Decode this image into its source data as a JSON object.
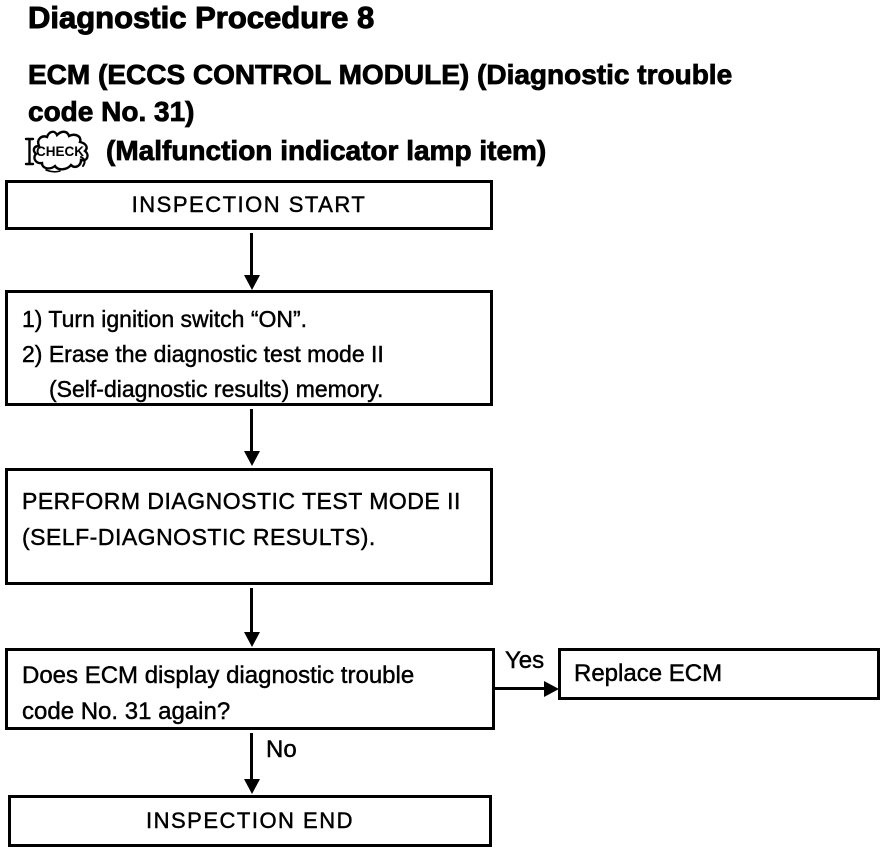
{
  "header": {
    "title": "Diagnostic Procedure 8",
    "subtitle_lines": [
      "ECM (ECCS CONTROL MODULE) (Diagnostic trouble",
      "code No. 31)"
    ],
    "check_badge_text": "CHECK",
    "check_item_label": "(Malfunction indicator lamp item)"
  },
  "flowchart": {
    "nodes": {
      "inspection_start": {
        "label": "INSPECTION START"
      },
      "erase_memory": {
        "lines": [
          "1) Turn ignition switch “ON”.",
          "2) Erase the diagnostic test mode II",
          "(Self-diagnostic results) memory."
        ]
      },
      "perform_test": {
        "lines": [
          "PERFORM DIAGNOSTIC TEST MODE II",
          "(SELF-DIAGNOSTIC RESULTS)."
        ]
      },
      "decision": {
        "lines": [
          "Does ECM display diagnostic trouble",
          "code No. 31 again?"
        ]
      },
      "replace_ecm": {
        "label": "Replace ECM"
      },
      "inspection_end": {
        "label": "INSPECTION END"
      }
    },
    "edges": {
      "yes_label": "Yes",
      "no_label": "No"
    }
  },
  "colors": {
    "ink": "#000000",
    "paper": "#ffffff"
  }
}
